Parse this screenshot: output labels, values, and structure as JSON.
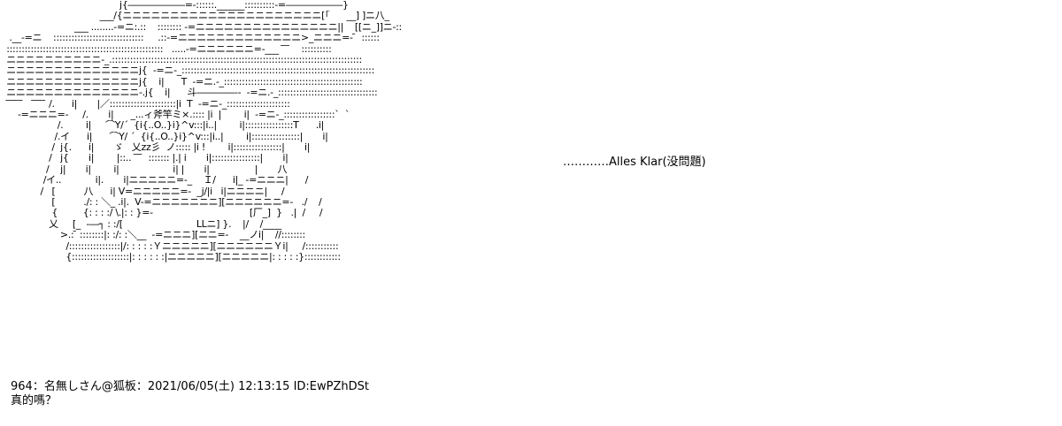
{
  "art_lines": [
    "                                         j{――――――=-::::::.______::::::::::-=――――――}",
    "                                  ___/{ニニニニニニニニニニニニニニニニニニニニニ[「      __] ]ニ八_",
    "                         ___ ........-=ニ:.::    :::::::: -=ニニニニニニニニニニニニニニニ||    [[ニ_]]ニ-::",
    "  .__-=ニ    ::::::::::::::::::::::::::::::     .::-=ニニニニニニニニニニニニニ>_ニニニ=- ̄  ::::::",
    " ::::::::::::::::::::::::::::::::::::::::::::::::::::   .....-=ニニニニニニ=-___  ̄ ̄ ̄    ::::::::::",
    " ニニニニニニニニニニ-_.:::::::::::::::::::::::::::::::::::::::::::::::::::::::::::::::::::::::::::::::::::",
    " ニニニニニニニニニニニニニニj{  -=ニ-_::::::::::::::::::::::::::::::::::::::::::::::::::::::::::::::::",
    " ニニニニニニニニニニニニニニj{    i|      Т  -=ニ.-_::::::::::::::::::::::::::::::::::::::::::::::",
    " ニニニニニニニニニニニニニニ-.j{    i|      斗――――--  -=ニ.-_:::::::::::::::::::::::::::::::::",
    "  ̄ ̄ ̄ ̄ ̄ ̄    ̄ ̄ ̄ ̄ ̄ /.      i|       |／::::::::::::::::::::::|i  Т  -=ニ-_:::::::::::::::::::::",
    "     -=ニニニ=-     /.       i|      _...ィ斧竿ミ×.:::: |i  |        i|  -=ニ-_:::::::::::::::::`  `",
    "                   /.        i|     ⌒Y/´  {i{..O..}i}^v:::|i..|        i|::::::::::::::::Т      .i|",
    "                  /.イ      i|      ⌒Y/ ´  {i{..O..}i}^v:::|i..|        i|::::::::::::::::|       i|",
    "                 /  j{.      i|       ゞ   乂zz彡  ノ::::: |i !        i|::::::::::::::::|       i|",
    "                /   j{       i|        |::..  ̄ ̄ ̄  ::::::: |.| i       i|::::::::::::::::|       i|",
    "               /    j|       i|        i|                   i| |       i|                |       八",
    "              /イ..            i|.       i|ニニニニニ=-_    Ｉ/      i|_ -=ニニニ|      /",
    "             /   [          八      i| V=ニニニニニ=-  _j/|i   i|ニニニニ|     /",
    "                 [          ./: : ＼_ .i|.  V-=ニニニニニニニ][ニニニニニニ=-   ./    /",
    "                 {         {: : : :/ \\.|: : }=-    ￣￣￣￣￣￣￣￣￣[厂_]  }   .|  /     /",
    "                乂     [_  -―┐ : :/[                          LLニ] }.    |/    /____",
    "                    >.: ̄ ::::::::|: :/: :＼__  -=ニニニ][ニニ=-    __ノi|    //::::::::",
    "                      /:::::::::::::::::|/: : : : :Ｙニニニニニ][ニニニニニニＹi|     /:::::::::::",
    "                      {:::::::::::::::::::|: : : : : :|ニニニニニ][ニニニニニ|: : : : :}::::::::::::"
  ],
  "caption": "…………Alles Klar(没問題)",
  "post": {
    "number": "964",
    "separator": "：",
    "name": "名無しさん@狐板",
    "date": "：2021/06/05(土) 12:13:15",
    "id": " ID:EwPZhDSt",
    "body": "真的嗎？"
  }
}
